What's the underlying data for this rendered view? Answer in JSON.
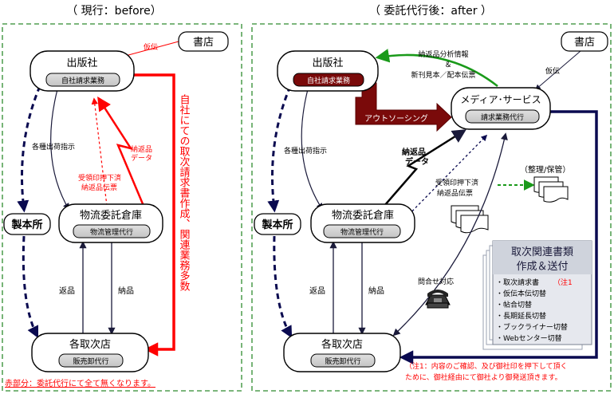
{
  "titles": {
    "before": "（ 現行：before）",
    "after": "（ 委託代行後：after ）"
  },
  "before": {
    "shoten": "書店",
    "shuppansha": "出版社",
    "jisha_seikyu": "自社請求業務",
    "seihonjo": "製本所",
    "butsuryu": "物流委託倉庫",
    "butsuryu_sub": "物流管理代行",
    "toritsugi": "各取次店",
    "toritsugi_sub": "販売卸代行",
    "kaden": "仮伝",
    "shukka": "各種出荷指示",
    "henpin_data_1": "納返品",
    "henpin_data_2": "データ",
    "juryo_1": "受領印押下済",
    "juryo_2": "納返品伝票",
    "henpin": "返品",
    "nohin": "納品",
    "vertical_text": "自社にての取次請求書作成、関連業務多数",
    "footnote": "赤部分：委託代行にて全て無くなります。"
  },
  "after": {
    "shoten": "書店",
    "shuppansha": "出版社",
    "jisha_seikyu": "自社請求業務",
    "media": "メディア･サービス",
    "media_sub": "請求業務代行",
    "outsourcing": "アウトソーシング",
    "bunseki_1": "納返品分析情報",
    "bunseki_2": "＆",
    "bunseki_3": "新刊見本／配本伝票",
    "kaden": "仮伝",
    "seiri": "（整理/保管）",
    "seihonjo": "製本所",
    "butsuryu": "物流委託倉庫",
    "butsuryu_sub": "物流管理代行",
    "toritsugi": "各取次店",
    "toritsugi_sub": "販売卸代行",
    "shukka": "各種出荷指示",
    "henpin_data_1": "納返品",
    "henpin_data_2": "データ",
    "juryo_1": "受領印押下済",
    "juryo_2": "納返品伝票",
    "henpin": "返品",
    "nohin": "納品",
    "toiawase": "問合せ対応",
    "docs_title_1": "取次関連書類",
    "docs_title_2": "作成＆送付",
    "docs_items": [
      "・取次請求書",
      "・仮伝本伝切替",
      "・帖合切替",
      "・長期延長切替",
      "・ブックライナー切替",
      "・Webセンター切替"
    ],
    "docs_note_mark": "（注1",
    "note_1": "（注1：内容のご確認、及び御社印を押下して頂く",
    "note_2": "ために、御社経由にて御社より御発送頂きます。"
  }
}
